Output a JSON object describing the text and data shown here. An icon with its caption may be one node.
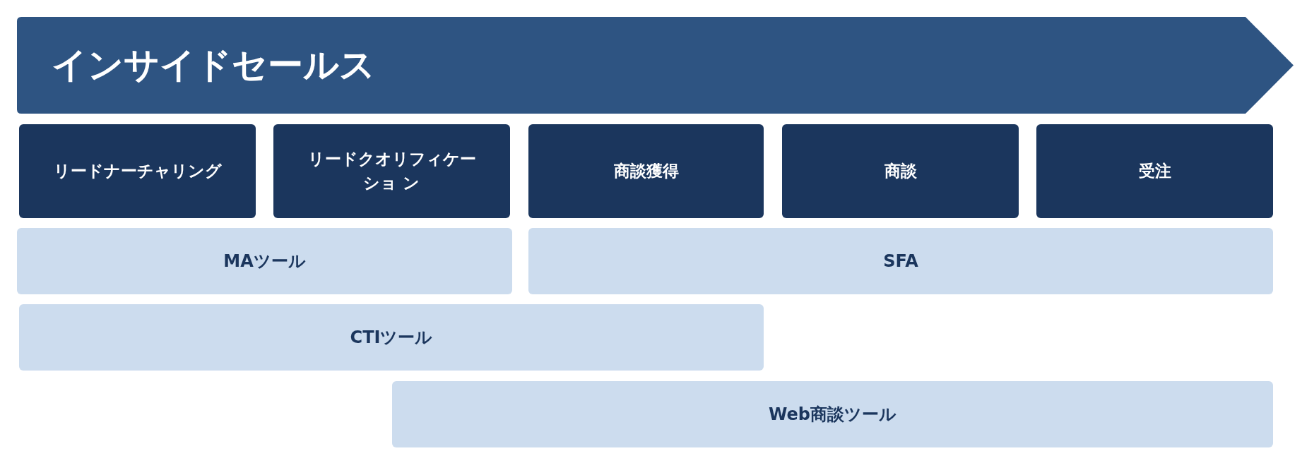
{
  "diagram": {
    "nodes": [
      {
        "text": [
          "インサイドセールス"
        ]
      },
      {
        "text": [
          "リードナーチャリング"
        ]
      },
      {
        "text": [
          "リードクオリフィケーショ ン"
        ]
      },
      {
        "text": [
          "商談獲得"
        ]
      },
      {
        "text": [
          "商談"
        ]
      },
      {
        "text": [
          "受注"
        ]
      },
      {
        "text": [
          "MAツール"
        ]
      },
      {
        "text": [
          "SFA"
        ]
      },
      {
        "text": [
          "CTIツール"
        ]
      },
      {
        "text": [
          "Web商談ツール"
        ]
      }
    ]
  }
}
